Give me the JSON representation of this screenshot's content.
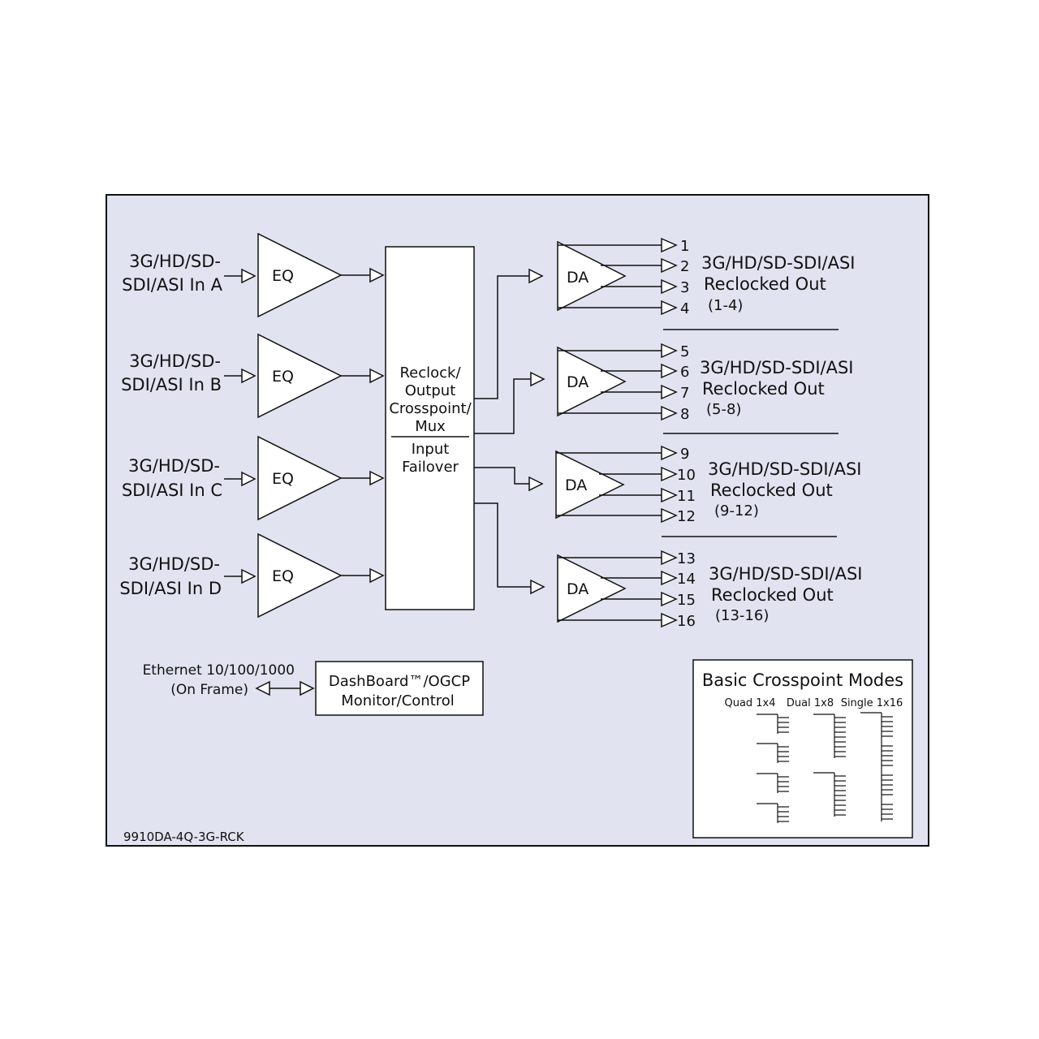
{
  "colors": {
    "panel": "#e1e3f0",
    "line": "#111111",
    "box": "#ffffff"
  },
  "inputs": [
    {
      "line1": "3G/HD/SD-",
      "line2": "SDI/ASI In A"
    },
    {
      "line1": "3G/HD/SD-",
      "line2": "SDI/ASI In B"
    },
    {
      "line1": "3G/HD/SD-",
      "line2": "SDI/ASI In C"
    },
    {
      "line1": "3G/HD/SD-",
      "line2": "SDI/ASI In D"
    }
  ],
  "eq_label": "EQ",
  "da_label": "DA",
  "crosspoint": {
    "lines": [
      "Reclock/",
      "Output",
      "Crosspoint/",
      "Mux"
    ],
    "lines2": [
      "Input",
      "Failover"
    ]
  },
  "output_groups": [
    {
      "title": "3G/HD/SD-SDI/ASI",
      "subtitle": "Reclocked Out",
      "range": "(1-4)",
      "outputs": [
        "1",
        "2",
        "3",
        "4"
      ]
    },
    {
      "title": "3G/HD/SD-SDI/ASI",
      "subtitle": "Reclocked Out",
      "range": "(5-8)",
      "outputs": [
        "5",
        "6",
        "7",
        "8"
      ]
    },
    {
      "title": "3G/HD/SD-SDI/ASI",
      "subtitle": "Reclocked Out",
      "range": "(9-12)",
      "outputs": [
        "9",
        "10",
        "11",
        "12"
      ]
    },
    {
      "title": "3G/HD/SD-SDI/ASI",
      "subtitle": "Reclocked Out",
      "range": "(13-16)",
      "outputs": [
        "13",
        "14",
        "15",
        "16"
      ]
    }
  ],
  "ethernet": {
    "line1": "Ethernet 10/100/1000",
    "line2": "(On Frame)"
  },
  "control_box": {
    "line1": "DashBoard™/OGCP",
    "line2": "Monitor/Control"
  },
  "modes": {
    "title": "Basic Crosspoint Modes",
    "quad": "Quad 1x4",
    "dual": "Dual 1x8",
    "single": "Single 1x16"
  },
  "part_number": "9910DA-4Q-3G-RCK"
}
